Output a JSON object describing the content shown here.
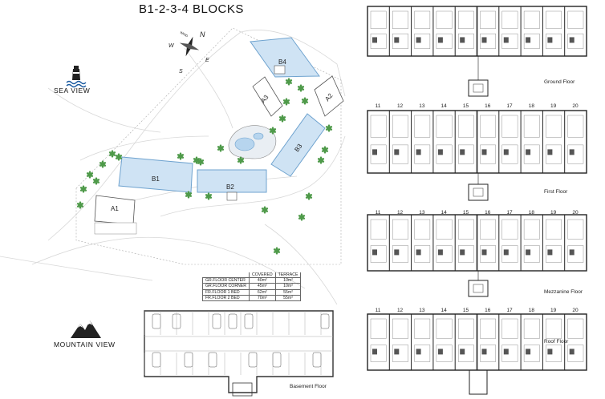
{
  "title": "B1-2-3-4 BLOCKS",
  "compass": {
    "n": "N",
    "s": "S",
    "e": "E",
    "w": "W",
    "wind": "WIND"
  },
  "views": {
    "sea": "SEA VIEW",
    "mountain": "MOUNTAIN VIEW"
  },
  "blocks": [
    "B4",
    "A3",
    "A2",
    "B3",
    "B1",
    "B2",
    "A1"
  ],
  "floors": {
    "ground": "Ground Floor",
    "first": "First Floor",
    "mezzanine": "Mezzanine Floor",
    "roof": "Roof Floor",
    "basement": "Basement Floor"
  },
  "unit_numbers": [
    "11",
    "12",
    "13",
    "14",
    "15",
    "16",
    "17",
    "18",
    "19",
    "20"
  ],
  "area_table": {
    "headers": [
      "COVERED",
      "TERRACE"
    ],
    "rows": [
      {
        "label": "GR.FLOOR CENTER",
        "covered": "40m²",
        "terrace": "10m²"
      },
      {
        "label": "GR.FLOOR CORNER",
        "covered": "45m²",
        "terrace": "10m²"
      },
      {
        "label": "FR.FLOOR 1 BED",
        "covered": "62m²",
        "terrace": "55m²"
      },
      {
        "label": "FR.FLOOR 2 BED",
        "covered": "70m²",
        "terrace": "55m²"
      }
    ]
  },
  "colors": {
    "block_fill": "#cfe3f4",
    "block_stroke": "#6fa3cf",
    "palm": "#4f9a4a",
    "line": "#333333"
  }
}
